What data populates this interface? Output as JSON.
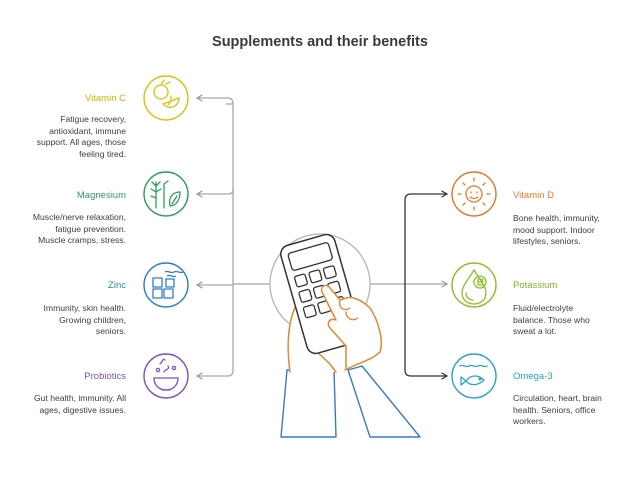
{
  "title": "Supplements and their benefits",
  "left_items": [
    {
      "name": "Vitamin C",
      "description_lines": [
        "Fatigue recovery,",
        "antioxidant, immune",
        "support. All ages, those",
        "feeling tired."
      ],
      "color": "#d9c20e",
      "icon": "lemon-icon"
    },
    {
      "name": "Magnesium",
      "description_lines": [
        "Muscle/nerve relaxation,",
        "fatigue prevention.",
        "Muscle cramps, stress."
      ],
      "color": "#2e9e5b",
      "icon": "plant-icon"
    },
    {
      "name": "Zinc",
      "description_lines": [
        "Immunity, skin health.",
        "Growing children,",
        "seniors."
      ],
      "color": "#2f7ec9",
      "icon": "mineral-blocks-icon"
    },
    {
      "name": "Probiotics",
      "description_lines": [
        "Gut health, immunity. All",
        "ages, digestive issues."
      ],
      "color": "#7a4fc9",
      "icon": "bowl-icon"
    }
  ],
  "right_items": [
    {
      "name": "Vitamin D",
      "description_lines": [
        "Bone health, immunity,",
        "mood support. Indoor",
        "lifestyles, seniors."
      ],
      "color": "#e07b2c",
      "icon": "sun-icon"
    },
    {
      "name": "Potassium",
      "description_lines": [
        "Fluid/electrolyte",
        "balance. Those who",
        "sweat a lot."
      ],
      "color": "#8cbf2a",
      "icon": "potassium-drop-icon"
    },
    {
      "name": "Omega-3",
      "description_lines": [
        "Circulation, heart, brain",
        "health. Seniors, office",
        "workers."
      ],
      "color": "#2aa3c9",
      "icon": "fish-icon"
    }
  ],
  "center_icon": "hand-calculator-icon"
}
